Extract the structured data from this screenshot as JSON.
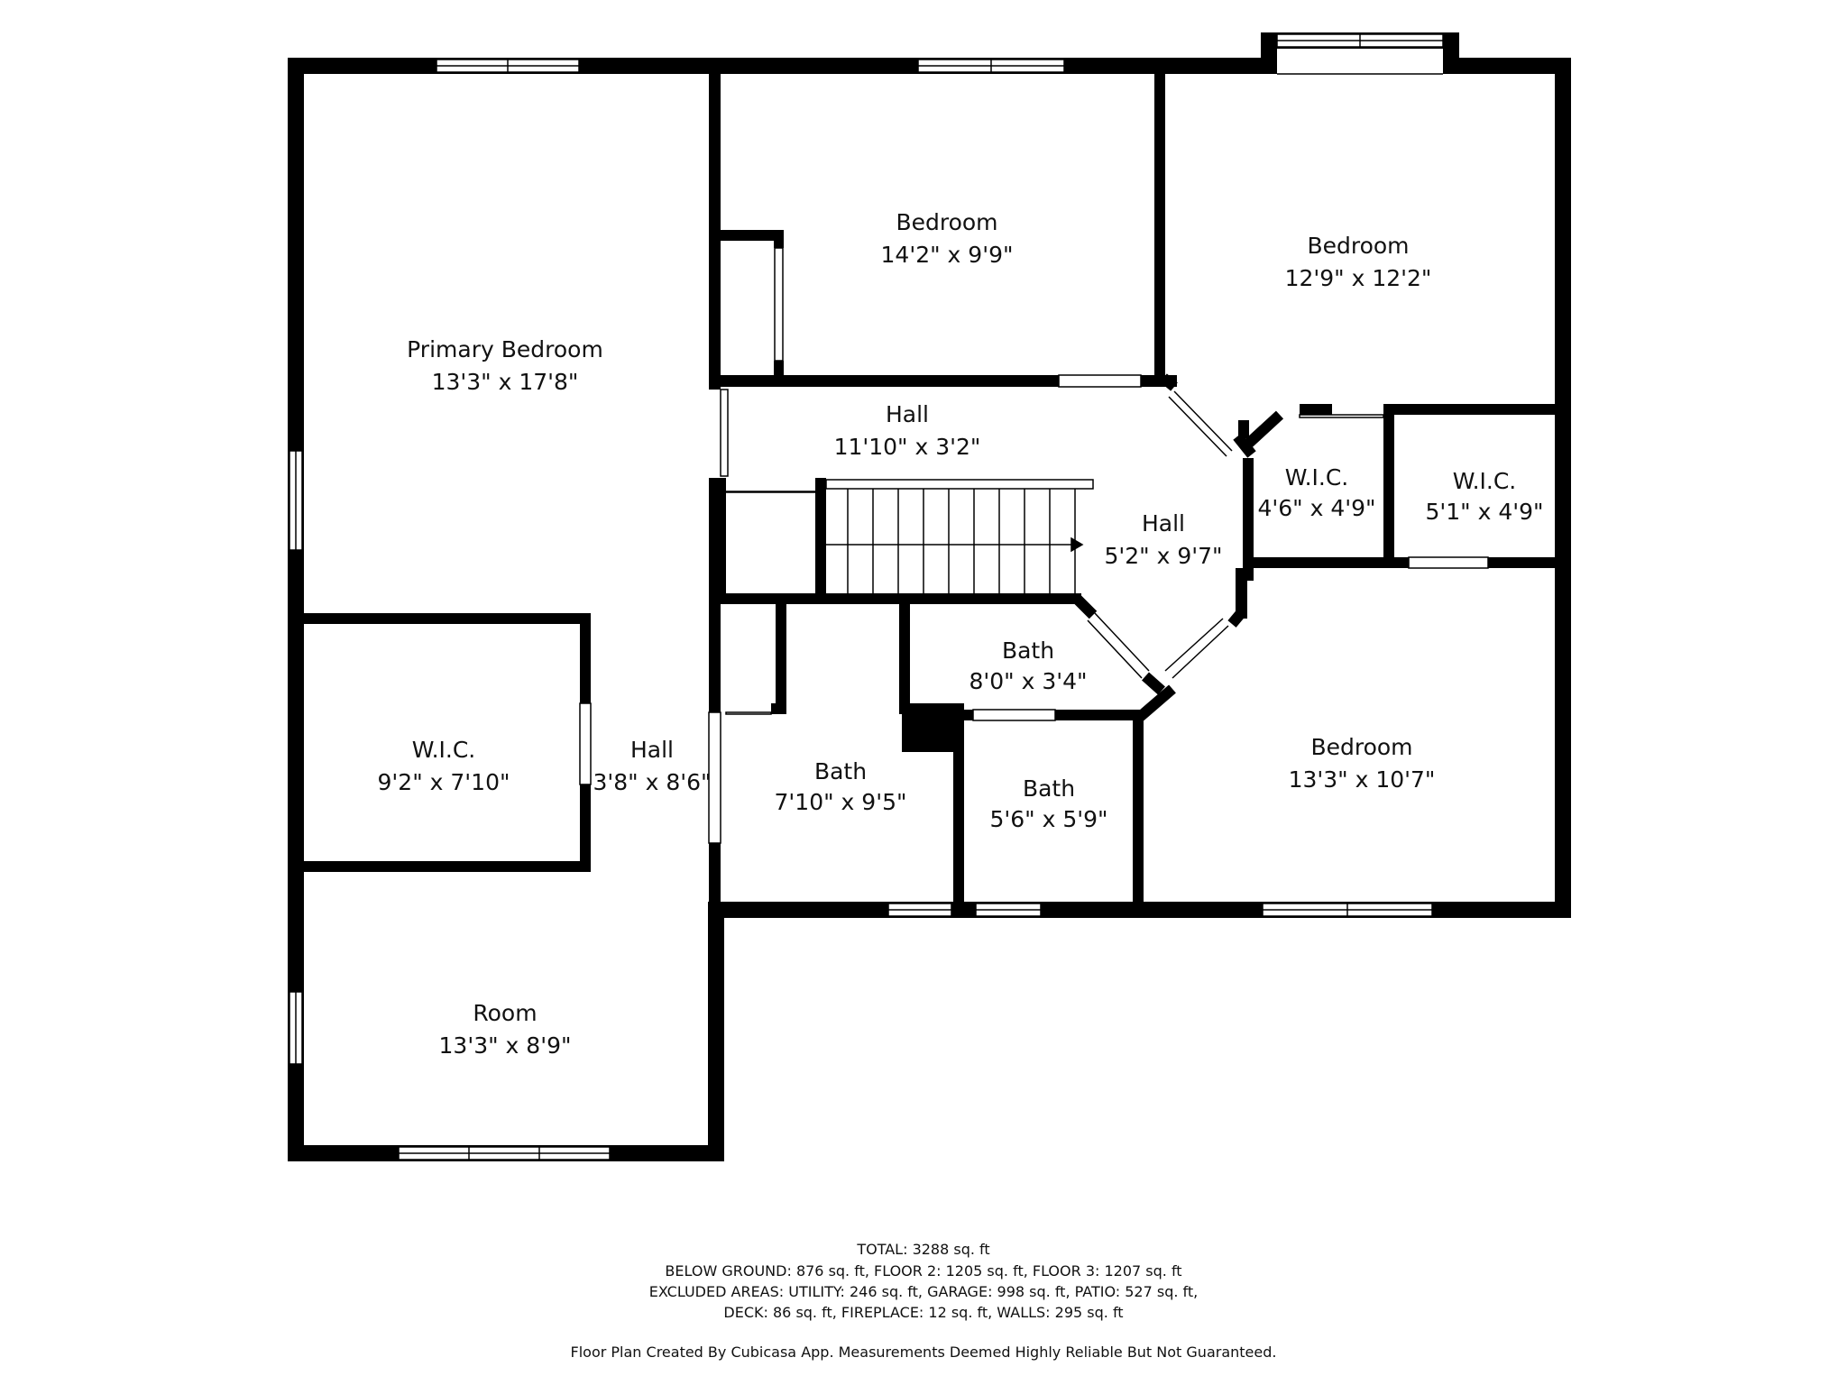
{
  "rooms": [
    {
      "id": "primary-bedroom",
      "name": "Primary Bedroom",
      "dims": "13'3\" x 17'8\""
    },
    {
      "id": "bedroom-1",
      "name": "Bedroom",
      "dims": "14'2\" x 9'9\""
    },
    {
      "id": "bedroom-2",
      "name": "Bedroom",
      "dims": "12'9\" x 12'2\""
    },
    {
      "id": "hall-1",
      "name": "Hall",
      "dims": "11'10\" x 3'2\""
    },
    {
      "id": "hall-2",
      "name": "Hall",
      "dims": "5'2\" x 9'7\""
    },
    {
      "id": "wic-1",
      "name": "W.I.C.",
      "dims": "4'6\" x 4'9\""
    },
    {
      "id": "wic-2",
      "name": "W.I.C.",
      "dims": "5'1\" x 4'9\""
    },
    {
      "id": "bath-1",
      "name": "Bath",
      "dims": "8'0\" x 3'4\""
    },
    {
      "id": "wic-3",
      "name": "W.I.C.",
      "dims": "9'2\" x 7'10\""
    },
    {
      "id": "hall-3",
      "name": "Hall",
      "dims": "3'8\" x 8'6\""
    },
    {
      "id": "bath-2",
      "name": "Bath",
      "dims": "7'10\" x 9'5\""
    },
    {
      "id": "bath-3",
      "name": "Bath",
      "dims": "5'6\" x 5'9\""
    },
    {
      "id": "bedroom-3",
      "name": "Bedroom",
      "dims": "13'3\" x 10'7\""
    },
    {
      "id": "room",
      "name": "Room",
      "dims": "13'3\" x 8'9\""
    }
  ],
  "summary": {
    "total": "TOTAL: 3288 sq. ft",
    "line1": "BELOW GROUND: 876 sq. ft, FLOOR 2: 1205 sq. ft, FLOOR 3: 1207 sq. ft",
    "line2": "EXCLUDED AREAS: UTILITY: 246 sq. ft, GARAGE: 998 sq. ft, PATIO: 527 sq. ft,",
    "line3": "DECK: 86 sq. ft, FIREPLACE: 12 sq. ft, WALLS: 295 sq. ft",
    "credit": "Floor Plan Created By Cubicasa App. Measurements Deemed Highly Reliable But Not Guaranteed."
  },
  "colors": {
    "wall": "#000000",
    "background": "#ffffff",
    "window": "#ffffff"
  }
}
